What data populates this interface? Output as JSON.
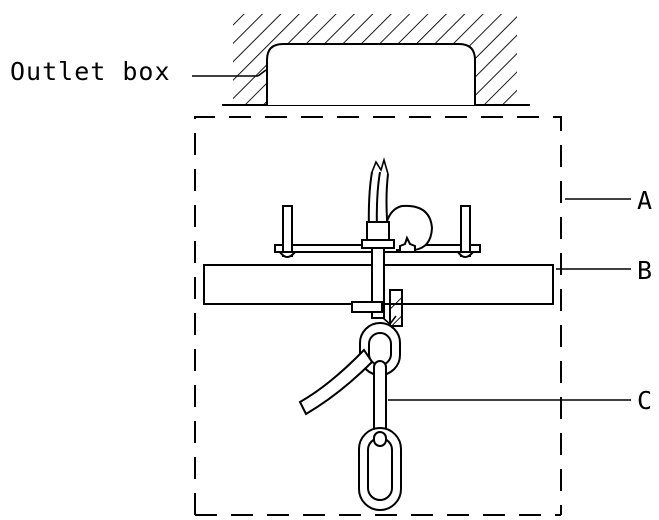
{
  "labels": {
    "outlet_box": "Outlet box",
    "a": "A",
    "b": "B",
    "c": "C"
  },
  "colors": {
    "ink": "#000000",
    "paper": "#ffffff"
  }
}
